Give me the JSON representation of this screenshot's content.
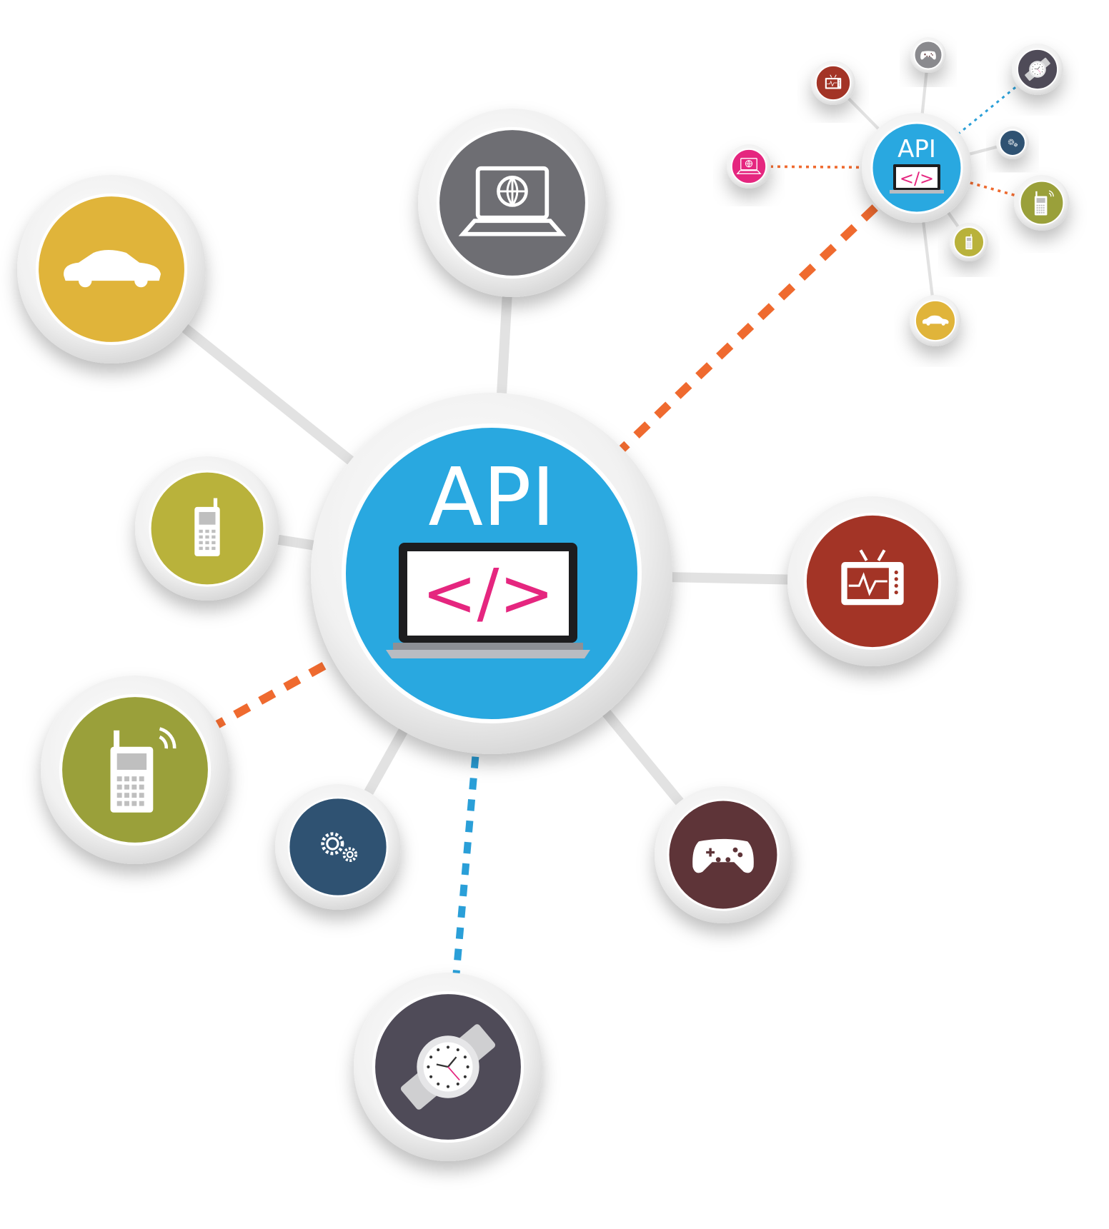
{
  "hub": {
    "label": "API",
    "code": "</>",
    "color": "#29a8e0",
    "code_color": "#e5267f"
  },
  "mini_hub": {
    "label": "API",
    "code": "</>",
    "color": "#29a8e0"
  },
  "colors": {
    "orange_link": "#ef6a2f",
    "blue_link": "#2a9fd8",
    "ring": "#ececec",
    "line": "#e2e2e2"
  },
  "nodes": [
    {
      "name": "laptop-globe",
      "icon": "laptop-globe-icon",
      "color": "#6e6e73"
    },
    {
      "name": "car",
      "icon": "car-icon",
      "color": "#e0b43a"
    },
    {
      "name": "mobile-phone",
      "icon": "mobile-phone-icon",
      "color": "#b9b23b"
    },
    {
      "name": "walkie-phone",
      "icon": "wireless-phone-icon",
      "color": "#9aa03a"
    },
    {
      "name": "gears",
      "icon": "gears-icon",
      "color": "#2f5272"
    },
    {
      "name": "smartwatch",
      "icon": "watch-icon",
      "color": "#4f4b58"
    },
    {
      "name": "game-controller",
      "icon": "gamepad-icon",
      "color": "#5e3438"
    },
    {
      "name": "television",
      "icon": "tv-icon",
      "color": "#a33426"
    }
  ],
  "mini_nodes": [
    {
      "name": "mini-tv",
      "icon": "tv-icon",
      "color": "#a33426"
    },
    {
      "name": "mini-gamepad",
      "icon": "gamepad-icon",
      "color": "#8a8a8e"
    },
    {
      "name": "mini-watch",
      "icon": "watch-icon",
      "color": "#4f4b58"
    },
    {
      "name": "mini-gears",
      "icon": "gears-icon",
      "color": "#2f5272"
    },
    {
      "name": "mini-walkie",
      "icon": "wireless-phone-icon",
      "color": "#9aa03a"
    },
    {
      "name": "mini-phone",
      "icon": "mobile-phone-icon",
      "color": "#b9b23b"
    },
    {
      "name": "mini-car",
      "icon": "car-icon",
      "color": "#e0b43a"
    },
    {
      "name": "mini-laptop",
      "icon": "laptop-globe-icon",
      "color": "#e5267f"
    }
  ]
}
